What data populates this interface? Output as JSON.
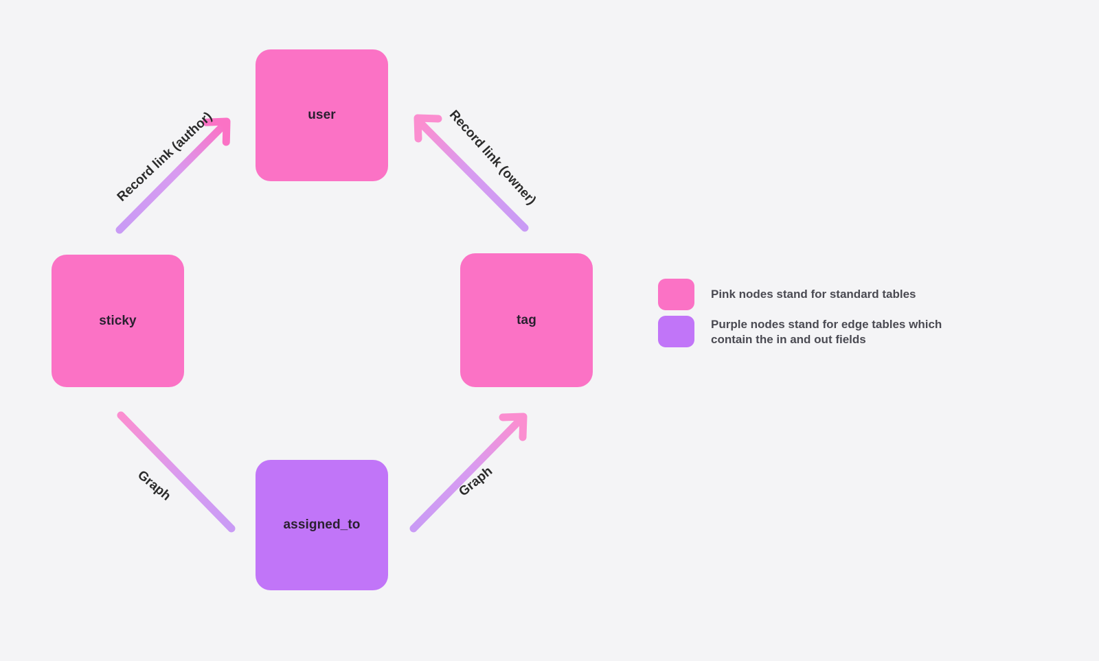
{
  "diagram": {
    "title": "",
    "background_color": "#f4f4f6",
    "nodes": [
      {
        "id": "user",
        "label": "user",
        "kind": "standard",
        "color": "#fb72c5"
      },
      {
        "id": "sticky",
        "label": "sticky",
        "kind": "standard",
        "color": "#fb72c5"
      },
      {
        "id": "tag",
        "label": "tag",
        "kind": "standard",
        "color": "#fb72c5"
      },
      {
        "id": "assigned_to",
        "label": "assigned_to",
        "kind": "edge",
        "color": "#c175f8"
      }
    ],
    "edges": [
      {
        "id": "sticky-user",
        "label": "Record link (author)",
        "from": "sticky",
        "to": "user",
        "arrowhead": true
      },
      {
        "id": "tag-user",
        "label": "Record link (owner)",
        "from": "tag",
        "to": "user",
        "arrowhead": true
      },
      {
        "id": "sticky-assigned",
        "label": "Graph",
        "from": "sticky",
        "to": "assigned_to",
        "arrowhead": false
      },
      {
        "id": "assigned-tag",
        "label": "Graph",
        "from": "assigned_to",
        "to": "tag",
        "arrowhead": true
      }
    ]
  },
  "legend": {
    "items": [
      {
        "swatch": "pink",
        "color": "#fb72c5",
        "text": "Pink nodes stand for standard tables"
      },
      {
        "swatch": "purple",
        "color": "#c175f8",
        "text": "Purple nodes stand for edge tables which contain the in and out fields"
      }
    ]
  }
}
